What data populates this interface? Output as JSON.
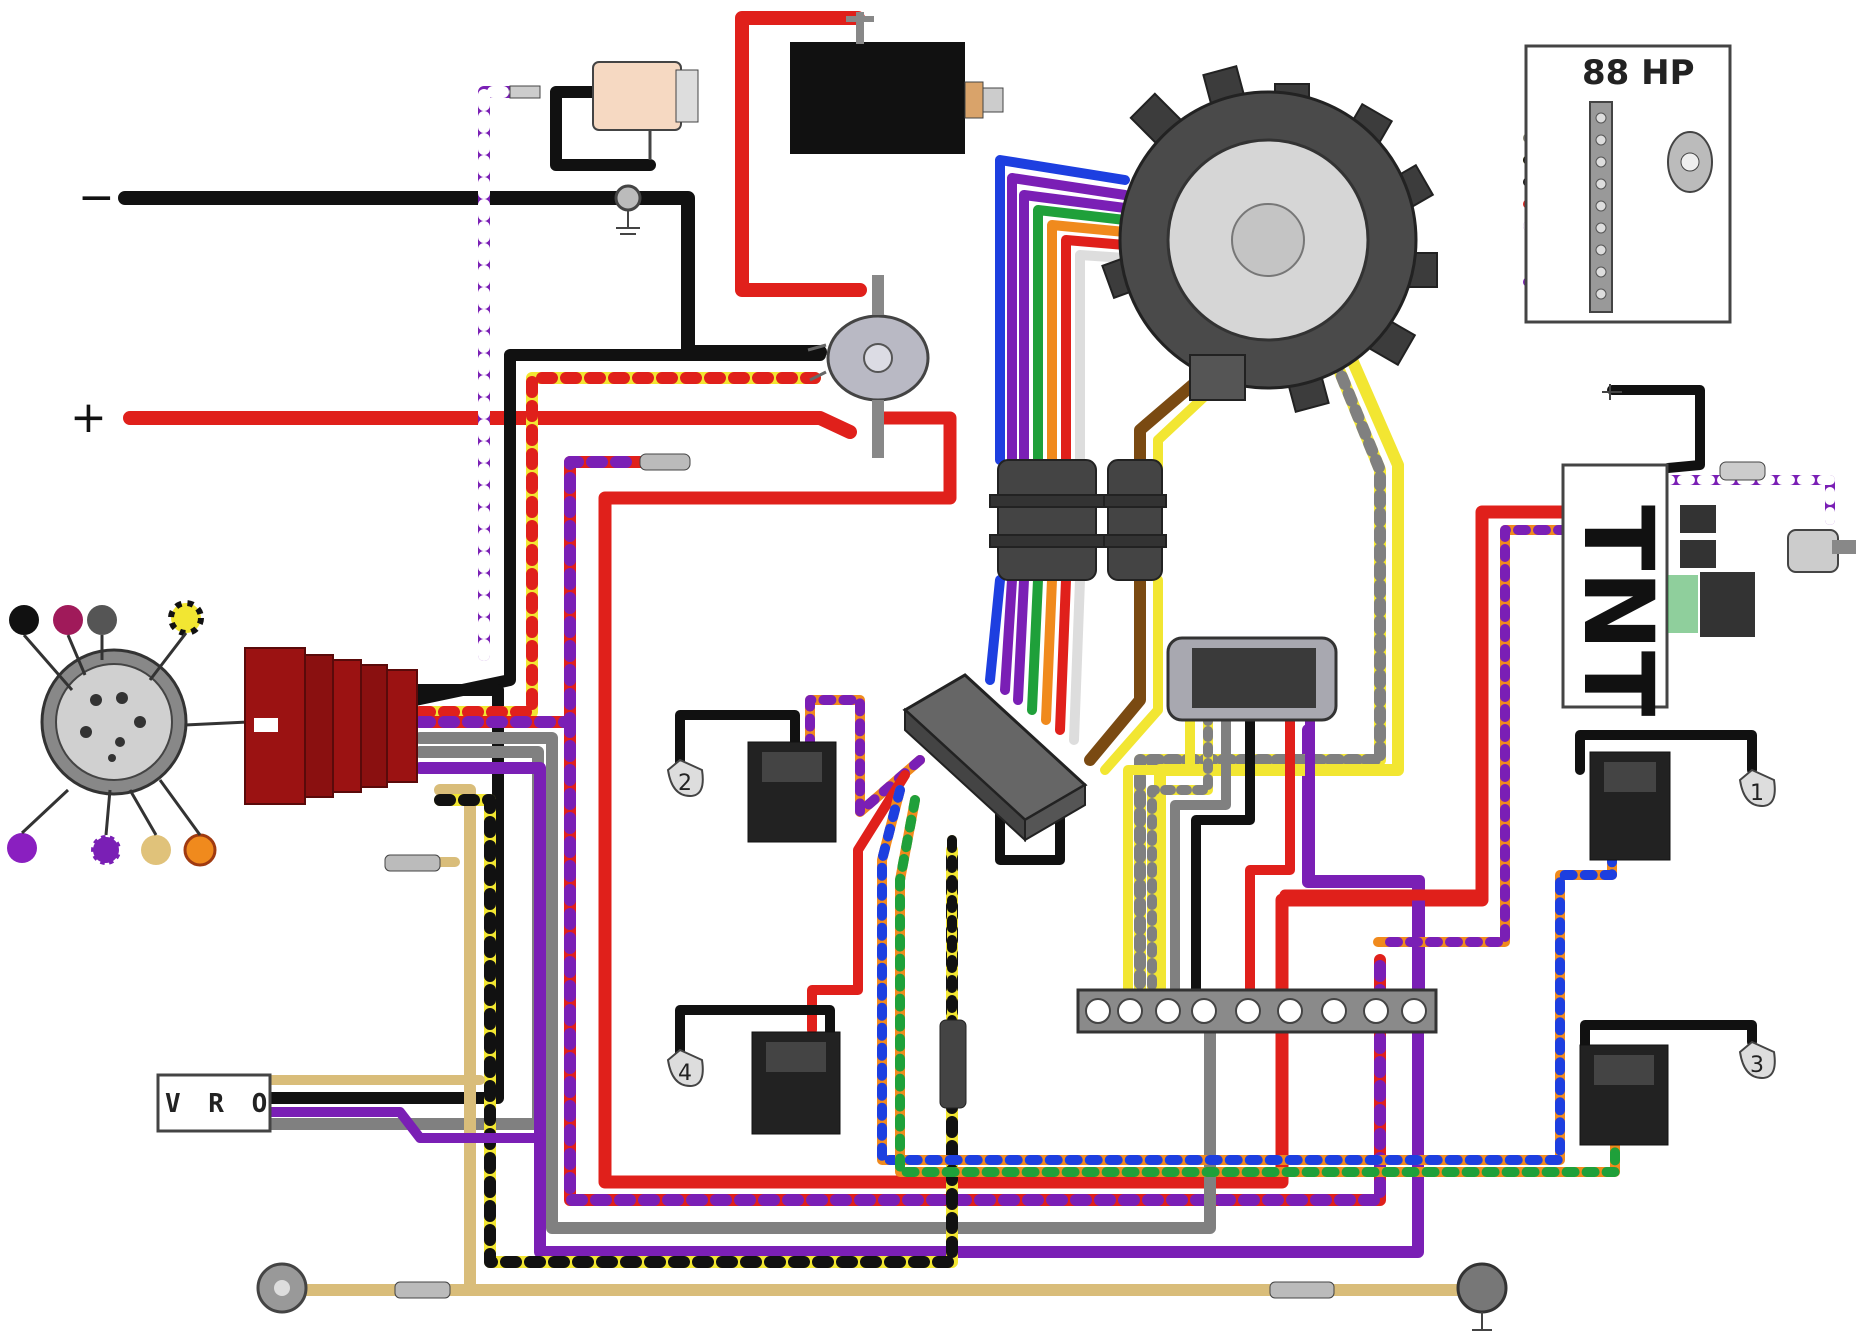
{
  "labels": {
    "battery_negative": "−",
    "battery_positive": "+",
    "horsepower": "88 HP",
    "oil_unit": "V R O",
    "tnt_module": "TNT",
    "coil_1": "1",
    "coil_2": "2",
    "coil_3": "3",
    "coil_4": "4"
  },
  "colors": {
    "black": "#111111",
    "red": "#e0201b",
    "yellow": "#f2e632",
    "purple": "#7a1fb5",
    "blue": "#1d3fe0",
    "green": "#1fa03a",
    "orange": "#f08a1d",
    "brown": "#7a4a12",
    "tan": "#d9bd7a",
    "gray": "#808080",
    "white": "#ffffff",
    "plug_red": "#9b1212"
  }
}
